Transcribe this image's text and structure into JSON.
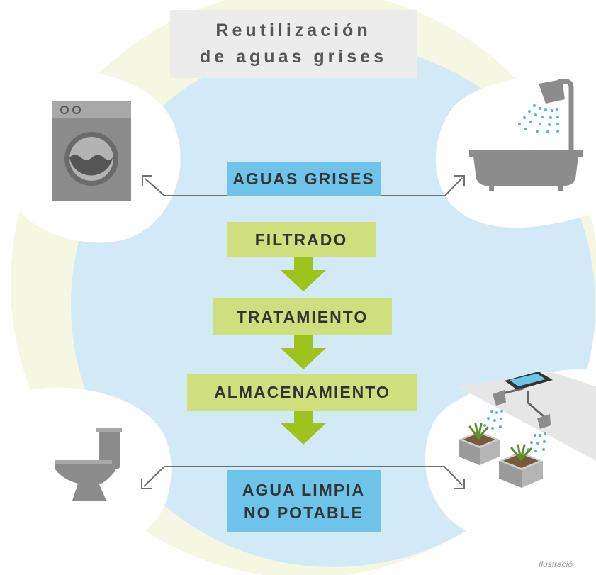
{
  "title": {
    "line1": "Reutilización",
    "line2": "de aguas grises"
  },
  "steps": {
    "aguas_grises": "AGUAS GRISES",
    "filtrado": "FILTRADO",
    "tratamiento": "TRATAMIENTO",
    "almacenamiento": "ALMACENAMIENTO",
    "agua_limpia_1": "AGUA LIMPIA",
    "agua_limpia_2": "NO POTABLE"
  },
  "icons": [
    "washing-machine-icon",
    "bathtub-shower-icon",
    "toilet-icon",
    "garden-irrigation-icon"
  ],
  "credit": "Ilustració",
  "colors": {
    "outer_ring": "#f5f7e2",
    "inner_circle": "#d2eaf5",
    "blue_label": "#6ec3e8",
    "green_label": "#cfdf7d",
    "arrow_green": "#9fc31e",
    "icon_gray": "#8c8c8c",
    "title_bg": "#ececec"
  }
}
